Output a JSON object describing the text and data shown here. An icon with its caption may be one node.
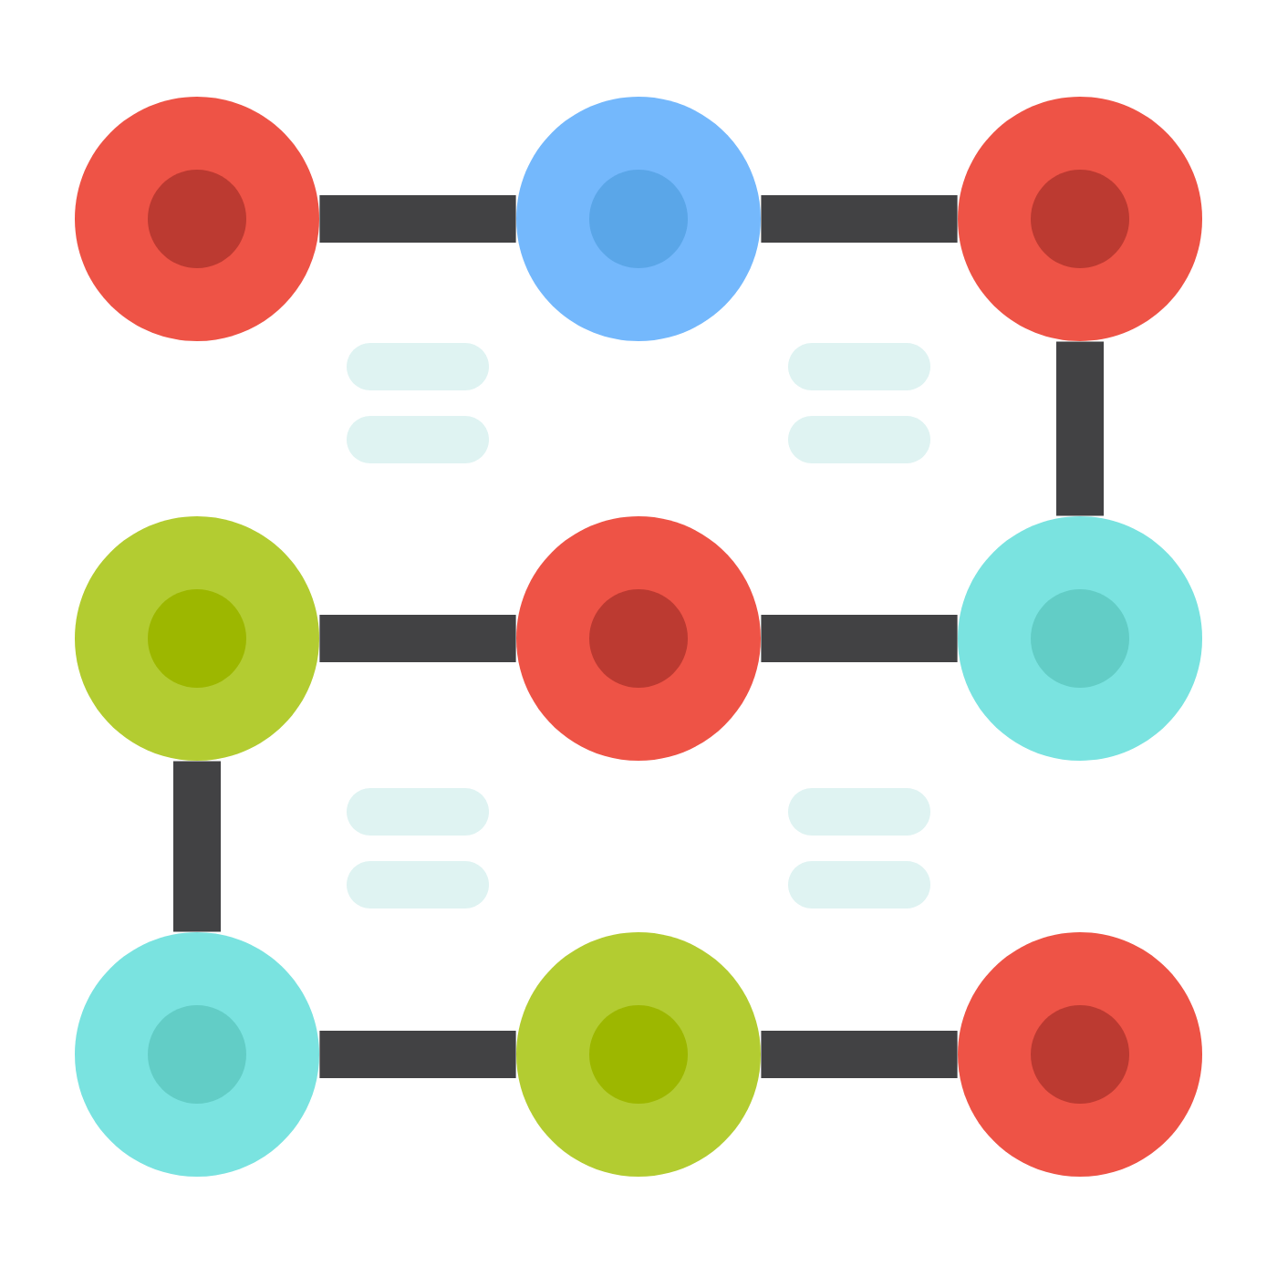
{
  "diagram": {
    "nodes": [
      {
        "text": [],
        "shape": "circle"
      },
      {
        "text": [],
        "shape": "circle"
      },
      {
        "text": [],
        "shape": "circle"
      },
      {
        "text": [],
        "shape": "circle"
      },
      {
        "text": [],
        "shape": "circle"
      },
      {
        "text": [],
        "shape": "circle"
      },
      {
        "text": [],
        "shape": "circle"
      },
      {
        "text": [],
        "shape": "circle"
      },
      {
        "text": [],
        "shape": "circle"
      }
    ],
    "edges": [
      {
        "from": 0,
        "to": 1,
        "arrow": "none"
      },
      {
        "from": 1,
        "to": 2,
        "arrow": "none"
      },
      {
        "from": 2,
        "to": 5,
        "arrow": "none"
      },
      {
        "from": 5,
        "to": 4,
        "arrow": "none"
      },
      {
        "from": 4,
        "to": 3,
        "arrow": "none"
      },
      {
        "from": 3,
        "to": 6,
        "arrow": "none"
      },
      {
        "from": 6,
        "to": 7,
        "arrow": "none"
      },
      {
        "from": 7,
        "to": 8,
        "arrow": "none"
      }
    ]
  }
}
